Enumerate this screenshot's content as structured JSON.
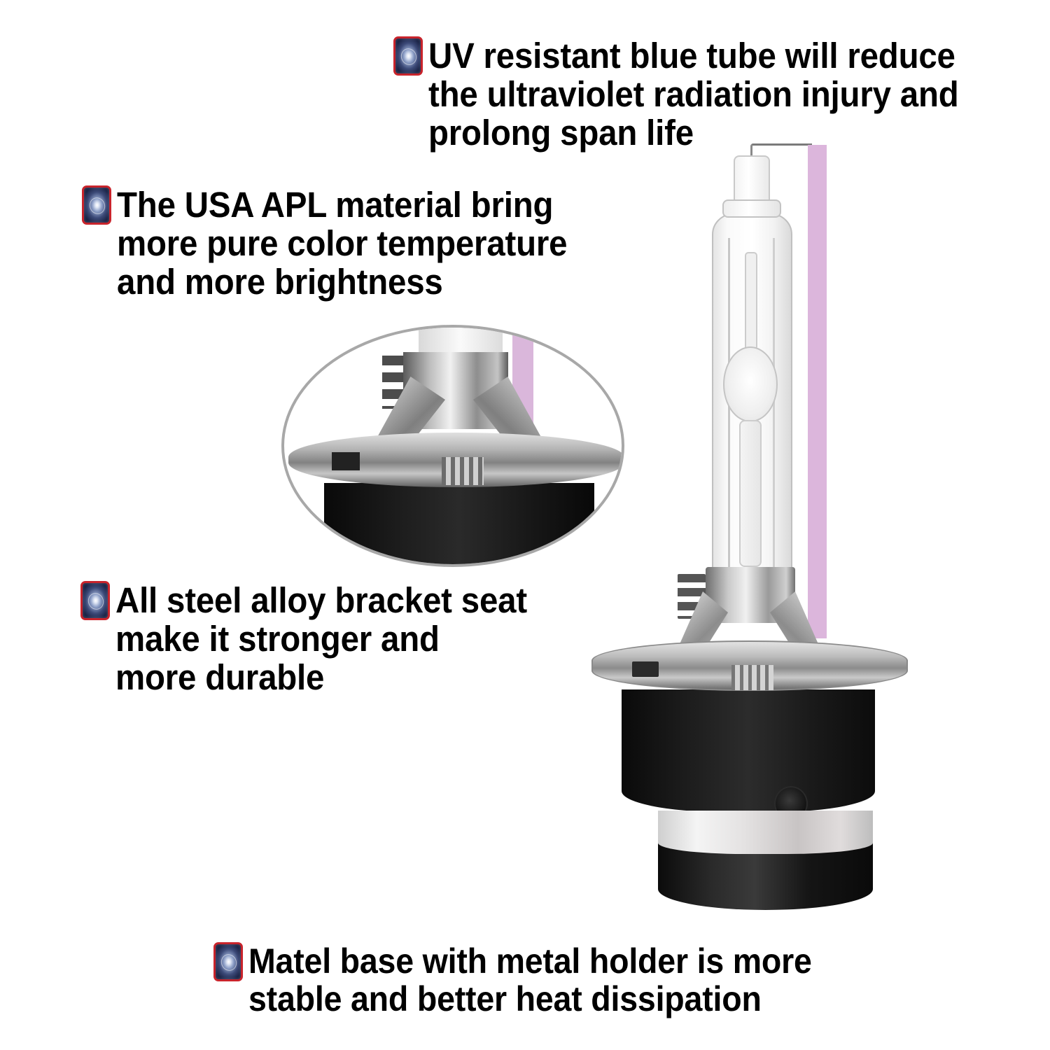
{
  "features": [
    {
      "id": "uv-tube",
      "icon": "glowing-bullet-icon",
      "text": "UV resistant blue tube will reduce\nthe ultraviolet radiation injury and\nprolong span life"
    },
    {
      "id": "apl-material",
      "icon": "glowing-bullet-icon",
      "text": "The USA APL material bring\nmore pure color temperature\nand more brightness"
    },
    {
      "id": "steel-bracket",
      "icon": "glowing-bullet-icon",
      "text": "All steel alloy bracket seat\nmake it stronger and\nmore durable"
    },
    {
      "id": "metal-base",
      "icon": "glowing-bullet-icon",
      "text": "Matel base with metal holder is more\nstable and better heat dissipation"
    }
  ],
  "illustration": {
    "subject": "hid-xenon-bulb",
    "inset": "bracket-seat-closeup",
    "colors": {
      "uv_tube": "#dcb6dc",
      "bullet_border": "#c8242c",
      "bullet_fill": "#1a2346",
      "base": "#111111",
      "inset_ring": "#a8a8a8"
    }
  }
}
